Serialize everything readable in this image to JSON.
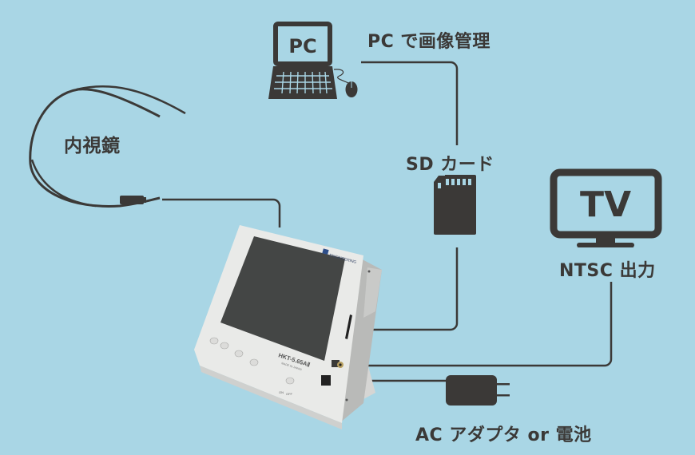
{
  "diagram": {
    "background_color": "#a9d6e5",
    "ink_color": "#3b3937",
    "nodes": {
      "pc": {
        "icon_text": "PC",
        "label": "PC で画像管理"
      },
      "endoscope": {
        "label": "内視鏡"
      },
      "sd_card": {
        "label": "SD カード"
      },
      "tv": {
        "icon_text": "TV",
        "label": "NTSC 出力"
      },
      "ac_adapter": {
        "label": "AC アダプタ or 電池"
      },
      "device": {
        "brand": "ENGINEERING",
        "model": "HKT-5.65AⅡ",
        "made_in": "MADE IN JAPAN",
        "switch_on": "ON",
        "switch_off": "OFF"
      }
    },
    "connections": [
      {
        "from": "pc",
        "to": "device-sd-slot"
      },
      {
        "from": "sd_card",
        "to": "device-sd-slot"
      },
      {
        "from": "endoscope",
        "to": "device-top"
      },
      {
        "from": "tv",
        "to": "device-video-out"
      },
      {
        "from": "ac_adapter",
        "to": "device-dc-in"
      }
    ]
  }
}
